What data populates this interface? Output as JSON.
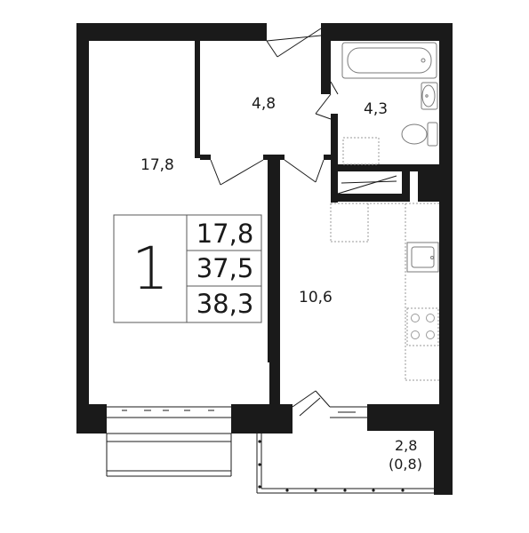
{
  "rooms": {
    "living_room_area": "17,8",
    "hallway_area": "4,8",
    "bathroom_area": "4,3",
    "kitchen_area": "10,6"
  },
  "legend": {
    "room_count": "1",
    "living_area": "17,8",
    "total_area": "37,5",
    "total_with_balcony": "38,3"
  },
  "balcony": {
    "area": "2,8",
    "reduced_area": "(0,8)"
  },
  "colors": {
    "wall": "#1a1a1a",
    "fixture_line": "#7a7a7a",
    "legend_line": "#5a5a5a"
  }
}
